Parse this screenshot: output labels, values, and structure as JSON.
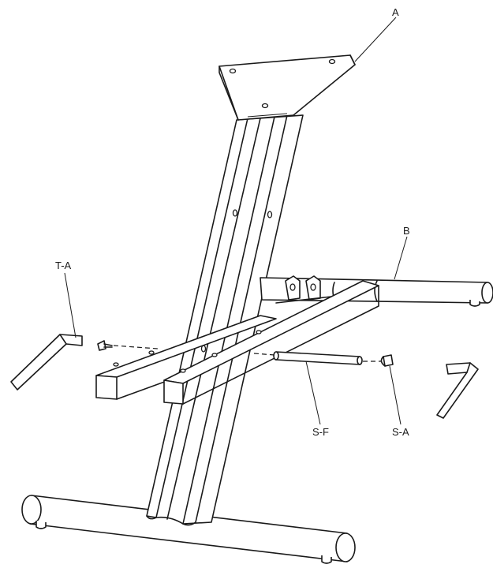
{
  "labels": {
    "a": "A",
    "b": "B",
    "ta": "T-A",
    "sf": "S-F",
    "sa": "S-A"
  },
  "colors": {
    "line": "#1a1a1a",
    "background": "#ffffff"
  }
}
